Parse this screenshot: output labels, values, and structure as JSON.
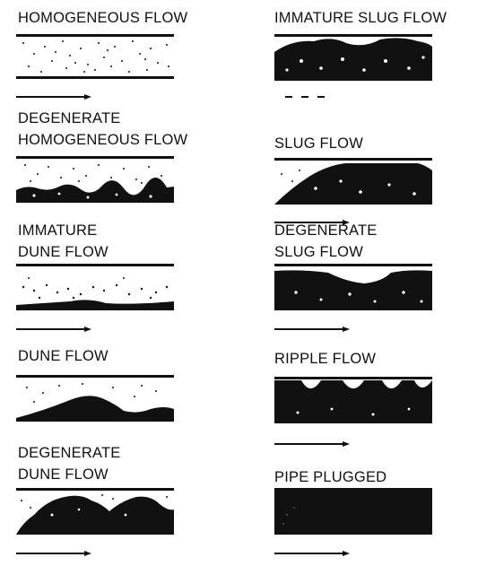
{
  "figure": {
    "left_column": [
      {
        "id": "homogeneous",
        "lines": [
          "HOMOGENEOUS FLOW"
        ]
      },
      {
        "id": "degenerate-homogeneous",
        "lines": [
          "DEGENERATE",
          "HOMOGENEOUS FLOW"
        ]
      },
      {
        "id": "immature-dune",
        "lines": [
          "IMMATURE",
          "DUNE FLOW"
        ]
      },
      {
        "id": "dune",
        "lines": [
          "DUNE FLOW"
        ]
      },
      {
        "id": "degenerate-dune",
        "lines": [
          "DEGENERATE",
          "DUNE FLOW"
        ]
      }
    ],
    "right_column": [
      {
        "id": "immature-slug",
        "lines": [
          "IMMATURE SLUG FLOW"
        ]
      },
      {
        "id": "slug",
        "lines": [
          "SLUG FLOW"
        ]
      },
      {
        "id": "degenerate-slug",
        "lines": [
          "DEGENERATE",
          "SLUG FLOW"
        ]
      },
      {
        "id": "ripple",
        "lines": [
          "RIPPLE FLOW"
        ]
      },
      {
        "id": "pipe-plugged",
        "lines": [
          "PIPE PLUGGED"
        ]
      }
    ]
  },
  "colors": {
    "ink": "#111111",
    "background": "#ffffff"
  }
}
